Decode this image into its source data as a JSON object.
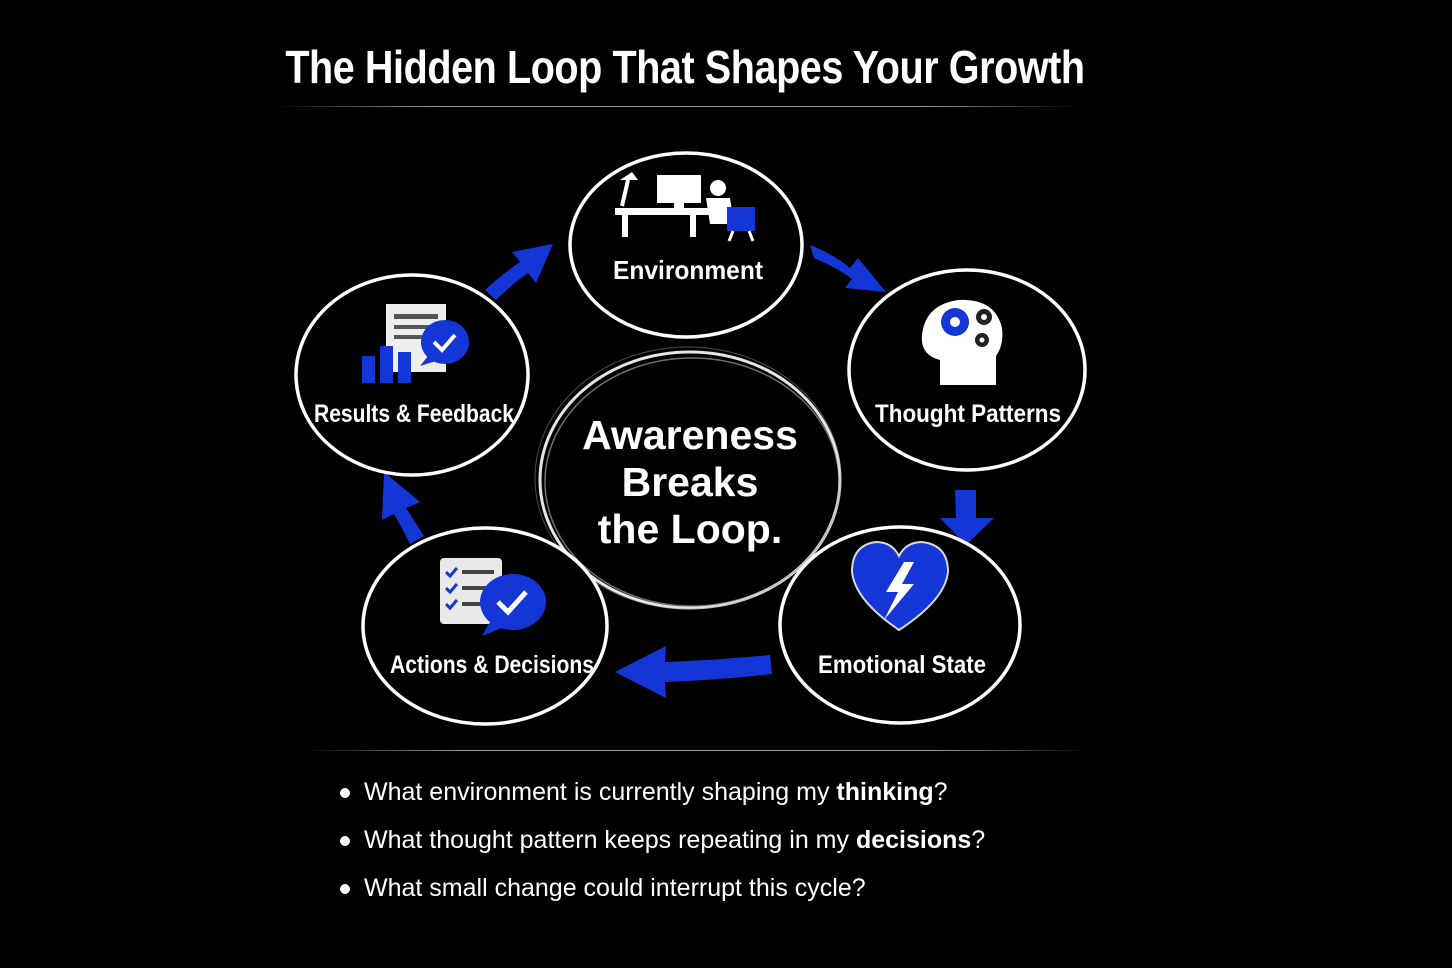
{
  "title": "The Hidden Loop That Shapes Your Growth",
  "colors": {
    "accent": "#1436d6",
    "background": "#000000",
    "ring": "#ffffff"
  },
  "center": {
    "lines": [
      "Awareness",
      "Breaks",
      "the Loop."
    ]
  },
  "nodes": [
    {
      "label": "Environment",
      "icon": "desk-workspace-icon"
    },
    {
      "label": "Thought Patterns",
      "icon": "head-gears-icon"
    },
    {
      "label": "Emotional State",
      "icon": "heart-lightning-icon"
    },
    {
      "label": "Actions & Decisions",
      "icon": "checklist-check-icon"
    },
    {
      "label": "Results & Feedback",
      "icon": "report-chart-check-icon"
    }
  ],
  "arrows": [
    "clockwise-arrow",
    "clockwise-arrow",
    "clockwise-arrow",
    "clockwise-arrow",
    "clockwise-arrow"
  ],
  "questions": [
    {
      "text": "What environment is currently shaping my ",
      "emphasis": "thinking",
      "end": "?"
    },
    {
      "text": "What thought pattern keeps repeating in my ",
      "emphasis": "decisions",
      "end": "?"
    },
    {
      "text": "What small change could interrupt this cycle?",
      "emphasis": "",
      "end": ""
    }
  ]
}
